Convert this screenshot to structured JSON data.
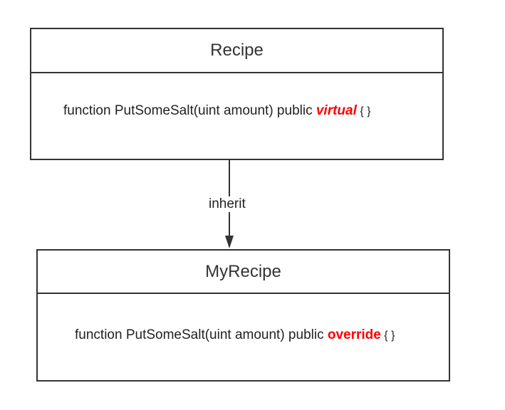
{
  "diagram": {
    "parent_class": {
      "name": "Recipe",
      "method": {
        "prefix": "function PutSomeSalt(uint amount) public ",
        "keyword": "virtual",
        "suffix": " { }"
      }
    },
    "child_class": {
      "name": "MyRecipe",
      "method": {
        "prefix": "function PutSomeSalt(uint amount) public ",
        "keyword": "override",
        "suffix": " { }"
      }
    },
    "relation": {
      "label": "inherit"
    },
    "colors": {
      "border": "#333333",
      "keyword": "#ff0000",
      "text": "#222222"
    }
  }
}
